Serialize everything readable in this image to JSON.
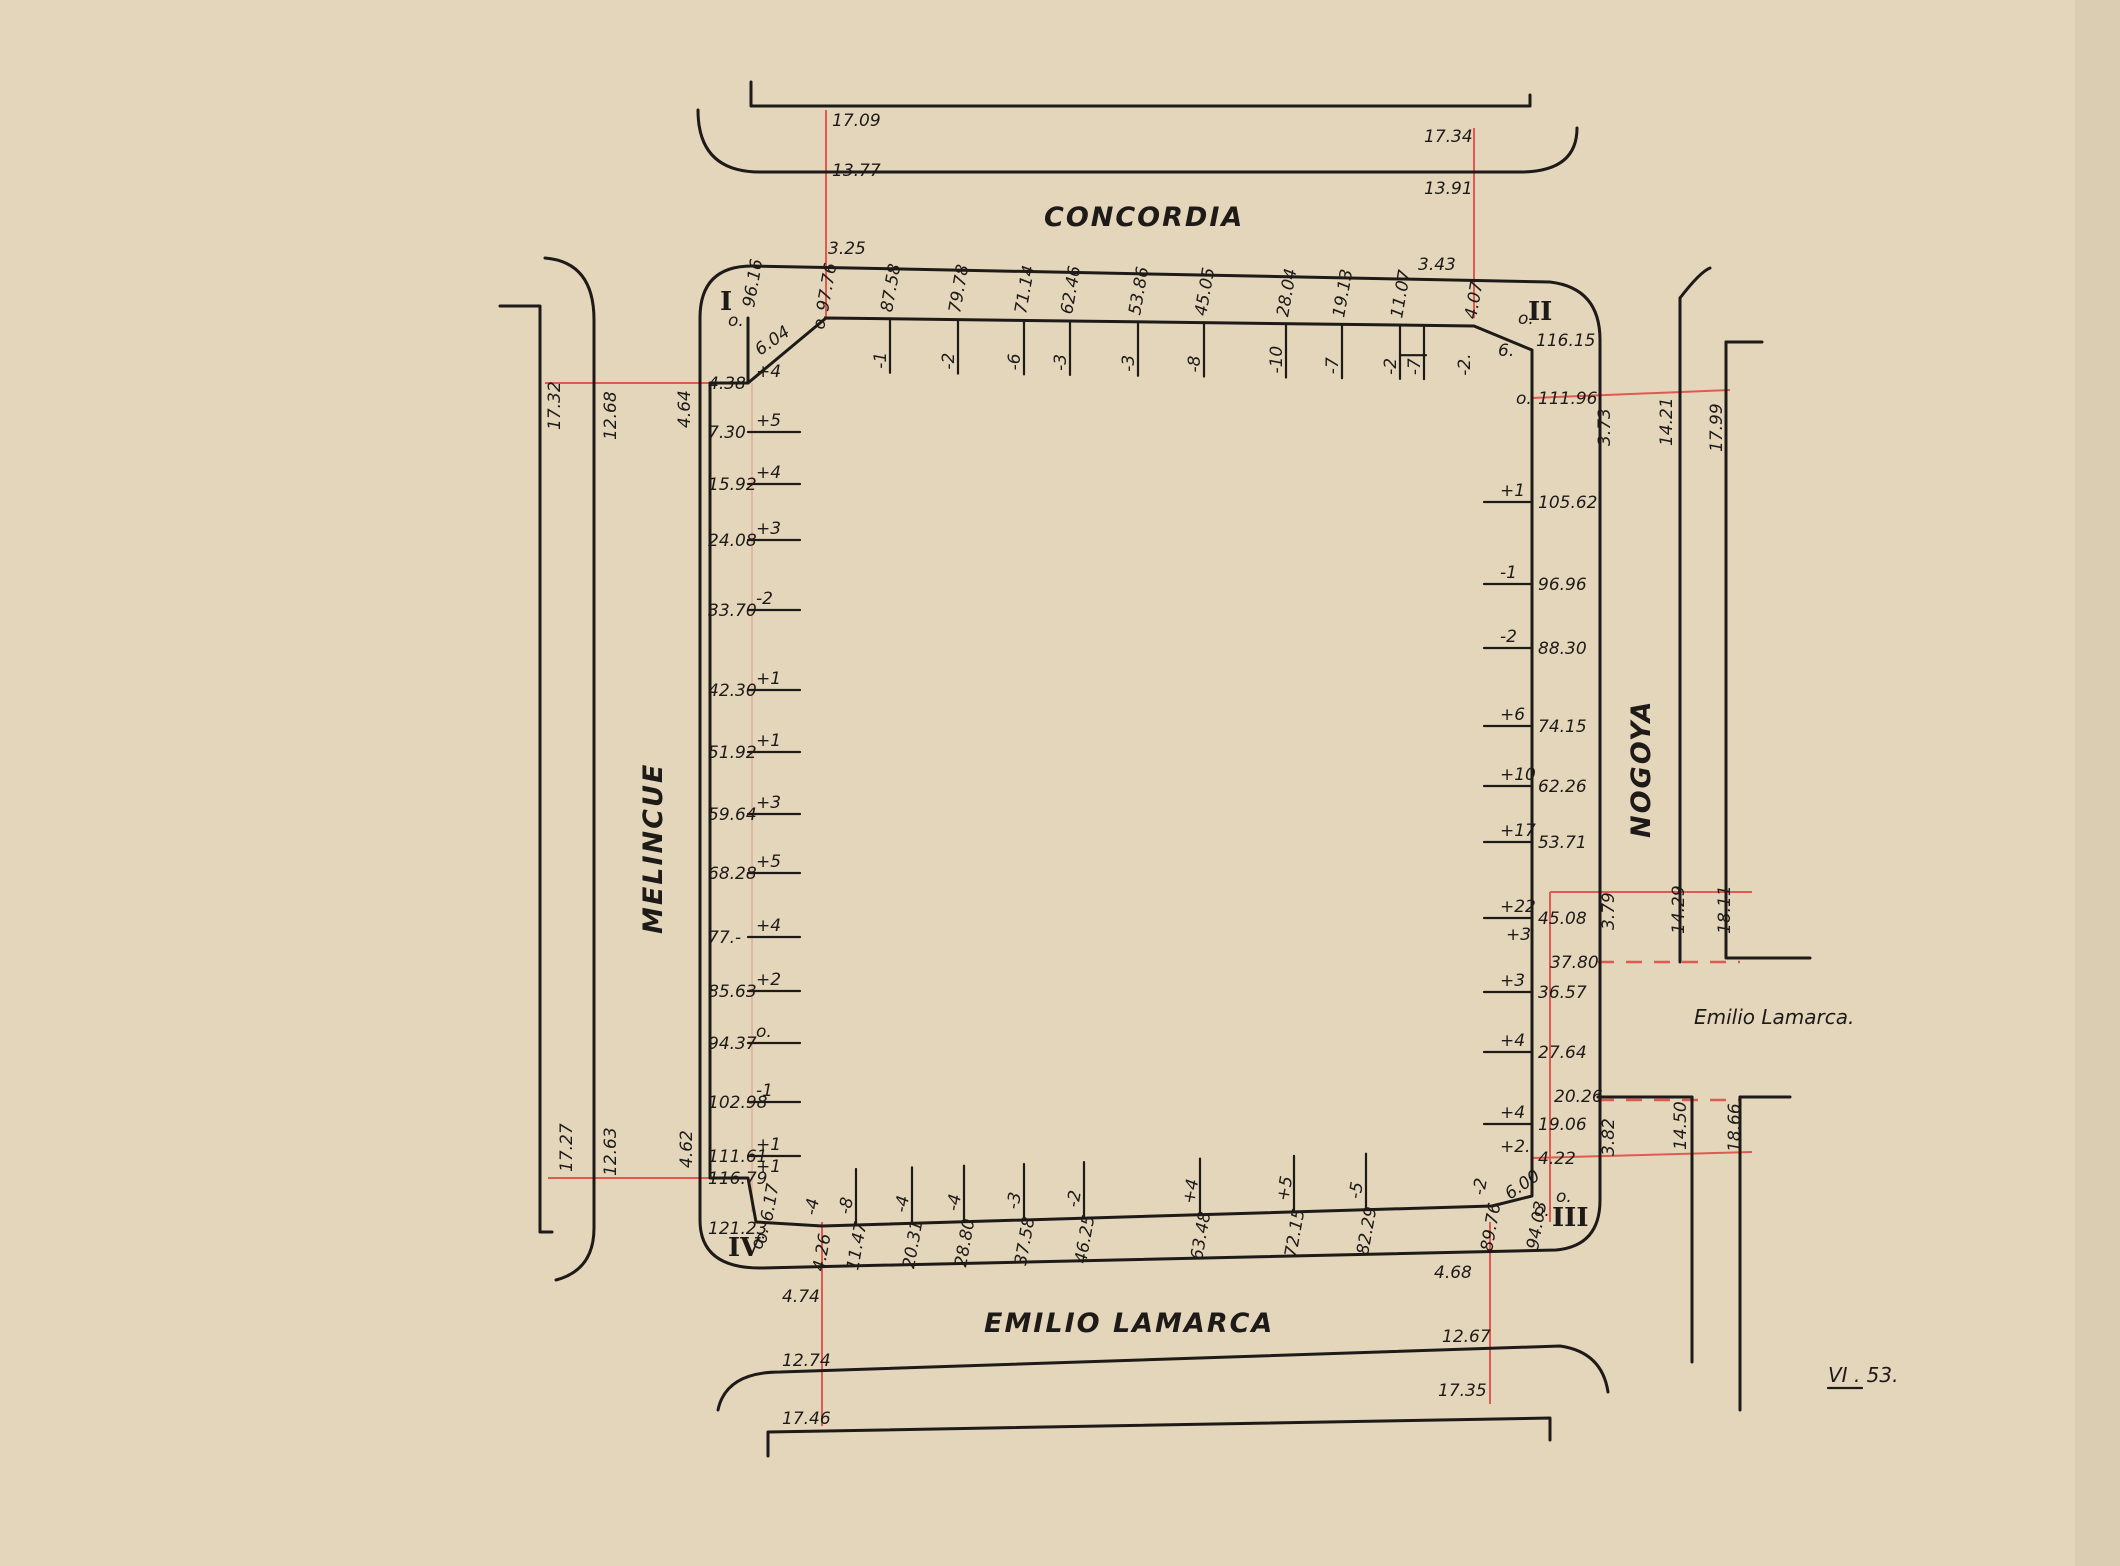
{
  "colors": {
    "paper": "#e3d6bb",
    "ink": "#1e1a18",
    "reference_line": "#e05a52"
  },
  "streets": {
    "north": "CONCORDIA",
    "west": "MELINCUE",
    "east": "NOGOYA",
    "south": "EMILIO LAMARCA",
    "east_side_street": "Emilio Lamarca."
  },
  "corners": {
    "c1": "I",
    "c2": "II",
    "c3": "III",
    "c4": "IV"
  },
  "corner_details": {
    "c1": {
      "zero": "o.",
      "value": "96.16",
      "chamfer": "6.04",
      "zero2": "o."
    },
    "c2": {
      "zero": "o.",
      "value": "116.15",
      "chamfer": "6.",
      "zero2": "o."
    },
    "c3": {
      "zero": "o.",
      "value": "94.03",
      "chamfer": "6.00",
      "zero2": "o."
    },
    "c4": {
      "zero": "o.",
      "value": "121.23",
      "chamfer": "6.17",
      "zero2": "o."
    }
  },
  "north_side": {
    "top_line_left": "17.09",
    "top_line_right": "17.34",
    "curb_left": "13.77",
    "curb_right": "13.91",
    "offset_left": "3.25",
    "offset_right": "3.43",
    "ticks": [
      {
        "value": "97.76",
        "sign": ""
      },
      {
        "value": "87.58",
        "sign": "-1"
      },
      {
        "value": "79.78",
        "sign": "-2"
      },
      {
        "value": "71.14",
        "sign": "-6"
      },
      {
        "value": "62.46",
        "sign": "-3"
      },
      {
        "value": "53.86",
        "sign": "-3"
      },
      {
        "value": "45.05",
        "sign": "-8"
      },
      {
        "value": "28.04",
        "sign": "-10"
      },
      {
        "value": "19.13",
        "sign": "-7"
      },
      {
        "value": "11.07",
        "sign": "-2"
      },
      {
        "value": "",
        "sign": "-7"
      },
      {
        "value": "4.07",
        "sign": "-2."
      }
    ]
  },
  "west_side": {
    "outer_top": "17.32",
    "curb_top": "12.68",
    "offset_top": "4.64",
    "outer_bottom": "17.27",
    "curb_bottom": "12.63",
    "offset_bottom": "4.62",
    "ticks": [
      {
        "value": "4.38",
        "sign": "+4"
      },
      {
        "value": "7.30",
        "sign": "+5"
      },
      {
        "value": "15.92",
        "sign": "+4"
      },
      {
        "value": "24.08",
        "sign": "+3"
      },
      {
        "value": "33.70",
        "sign": "-2"
      },
      {
        "value": "42.30",
        "sign": "+1"
      },
      {
        "value": "51.92",
        "sign": "+1"
      },
      {
        "value": "59.64",
        "sign": "+3"
      },
      {
        "value": "68.28",
        "sign": "+5"
      },
      {
        "value": "77.-",
        "sign": "+4"
      },
      {
        "value": "85.63",
        "sign": "+2"
      },
      {
        "value": "94.37",
        "sign": "o."
      },
      {
        "value": "102.98",
        "sign": "-1"
      },
      {
        "value": "111.61",
        "sign": "+1"
      },
      {
        "value": "116.79",
        "sign": "+1"
      }
    ]
  },
  "east_side": {
    "offset_top": "3.73",
    "curb_top": "14.21",
    "outer_top": "17.99",
    "offset_mid": "3.79",
    "curb_mid": "14.29",
    "outer_mid": "18.11",
    "offset_bottom": "3.82",
    "curb_bottom": "14.50",
    "outer_bottom": "18.66",
    "gap_top": "37.80",
    "gap_bottom": "20.26",
    "ticks": [
      {
        "value": "111.96",
        "sign": ""
      },
      {
        "value": "105.62",
        "sign": "+1"
      },
      {
        "value": "96.96",
        "sign": "-1"
      },
      {
        "value": "88.30",
        "sign": "-2"
      },
      {
        "value": "74.15",
        "sign": "+6"
      },
      {
        "value": "62.26",
        "sign": "+10"
      },
      {
        "value": "53.71",
        "sign": "+17"
      },
      {
        "value": "45.08",
        "sign": "+22",
        "sign2": "+3"
      },
      {
        "value": "36.57",
        "sign": "+3"
      },
      {
        "value": "27.64",
        "sign": "+4"
      },
      {
        "value": "19.06",
        "sign": "+4"
      },
      {
        "value": "4.22",
        "sign": "+2."
      }
    ]
  },
  "south_side": {
    "offset_left": "4.74",
    "curb_left": "12.74",
    "outer_left": "17.46",
    "offset_right": "4.68",
    "curb_right": "12.67",
    "outer_right": "17.35",
    "ticks": [
      {
        "value": "4.26",
        "sign": "-4"
      },
      {
        "value": "11.47",
        "sign": "-8"
      },
      {
        "value": "20.31",
        "sign": "-4"
      },
      {
        "value": "28.80",
        "sign": "-4"
      },
      {
        "value": "37.58",
        "sign": "-3"
      },
      {
        "value": "46.25",
        "sign": "-2"
      },
      {
        "value": "63.48",
        "sign": "+4"
      },
      {
        "value": "72.15",
        "sign": "+5"
      },
      {
        "value": "82.29",
        "sign": "-5"
      },
      {
        "value": "89.76",
        "sign": "-2"
      }
    ]
  },
  "date_mark": "VI . 53."
}
